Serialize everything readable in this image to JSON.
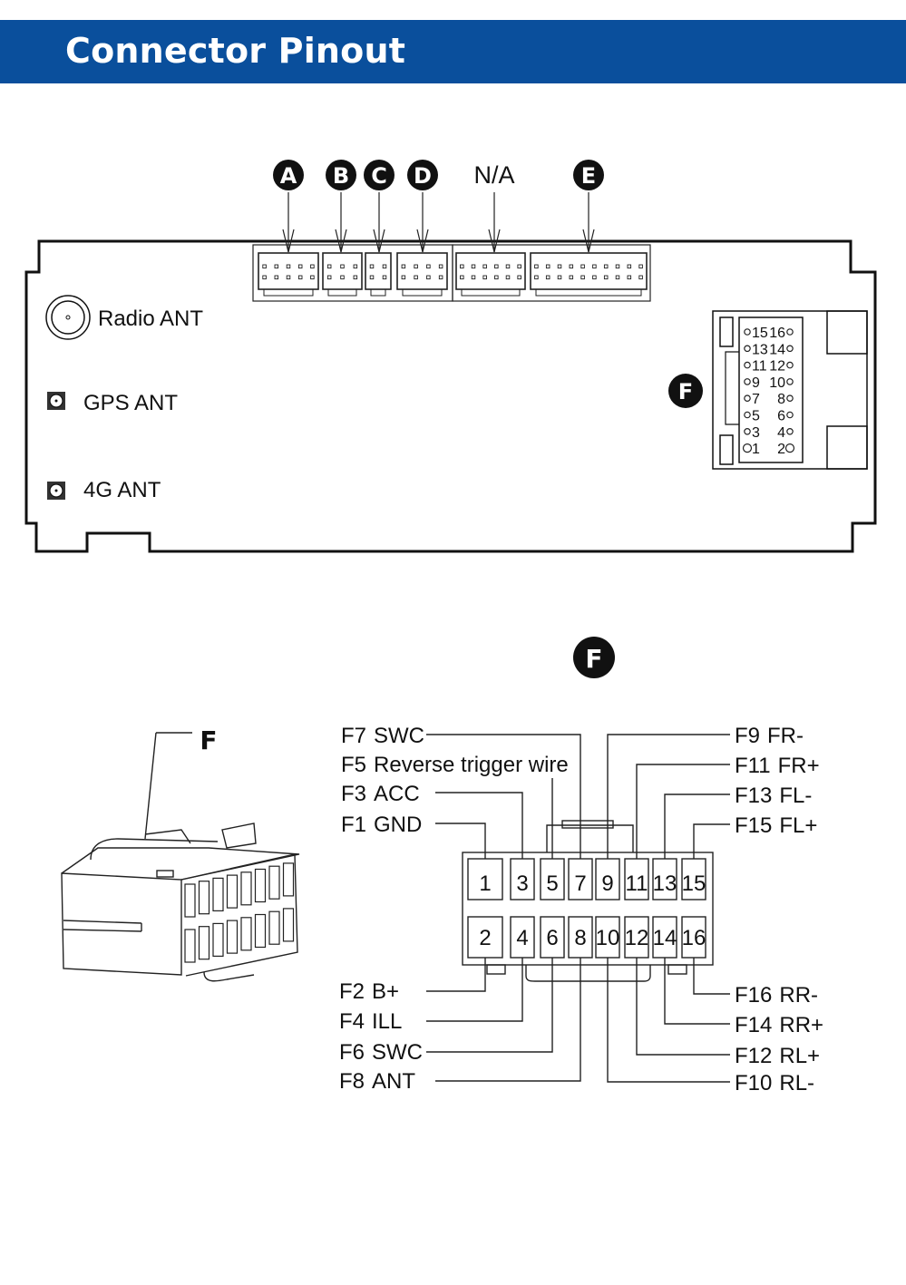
{
  "header": {
    "title": "Connector Pinout"
  },
  "back_panel": {
    "connector_labels": [
      {
        "id": "A",
        "badge": true
      },
      {
        "id": "B",
        "badge": true
      },
      {
        "id": "C",
        "badge": true
      },
      {
        "id": "D",
        "badge": true
      },
      {
        "id": "N/A",
        "badge": false
      },
      {
        "id": "E",
        "badge": true
      }
    ],
    "antennas": [
      {
        "label": "Radio ANT",
        "icon": "round-antenna-jack-icon"
      },
      {
        "label": "GPS ANT",
        "icon": "square-antenna-jack-icon"
      },
      {
        "label": "4G ANT",
        "icon": "square-antenna-jack-icon"
      }
    ],
    "f_port": {
      "badge": "F",
      "pin_rows": [
        [
          "15",
          "16"
        ],
        [
          "13",
          "14"
        ],
        [
          "11",
          "12"
        ],
        [
          "9",
          "10"
        ],
        [
          "7",
          "8"
        ],
        [
          "5",
          "6"
        ],
        [
          "3",
          "4"
        ],
        [
          "1",
          "2"
        ]
      ]
    }
  },
  "f_section": {
    "badge": "F",
    "connector_callout": "F",
    "top_pins": [
      "1",
      "3",
      "5",
      "7",
      "9",
      "11",
      "13",
      "15"
    ],
    "bottom_pins": [
      "2",
      "4",
      "6",
      "8",
      "10",
      "12",
      "14",
      "16"
    ],
    "left_top_labels": [
      {
        "pin": "F7",
        "name": "SWC"
      },
      {
        "pin": "F5",
        "name": "Reverse trigger wire"
      },
      {
        "pin": "F3",
        "name": "ACC"
      },
      {
        "pin": "F1",
        "name": "GND"
      }
    ],
    "right_top_labels": [
      {
        "pin": "F9",
        "name": "FR-"
      },
      {
        "pin": "F11",
        "name": "FR+"
      },
      {
        "pin": "F13",
        "name": "FL-"
      },
      {
        "pin": "F15",
        "name": "FL+"
      }
    ],
    "left_bottom_labels": [
      {
        "pin": "F2",
        "name": "B+"
      },
      {
        "pin": "F4",
        "name": "ILL"
      },
      {
        "pin": "F6",
        "name": "SWC"
      },
      {
        "pin": "F8",
        "name": "ANT"
      }
    ],
    "right_bottom_labels": [
      {
        "pin": "F16",
        "name": "RR-"
      },
      {
        "pin": "F14",
        "name": "RR+"
      },
      {
        "pin": "F12",
        "name": "RL+"
      },
      {
        "pin": "F10",
        "name": "RL-"
      }
    ]
  },
  "colors": {
    "banner": "#0a4f9c",
    "ink": "#111111"
  }
}
